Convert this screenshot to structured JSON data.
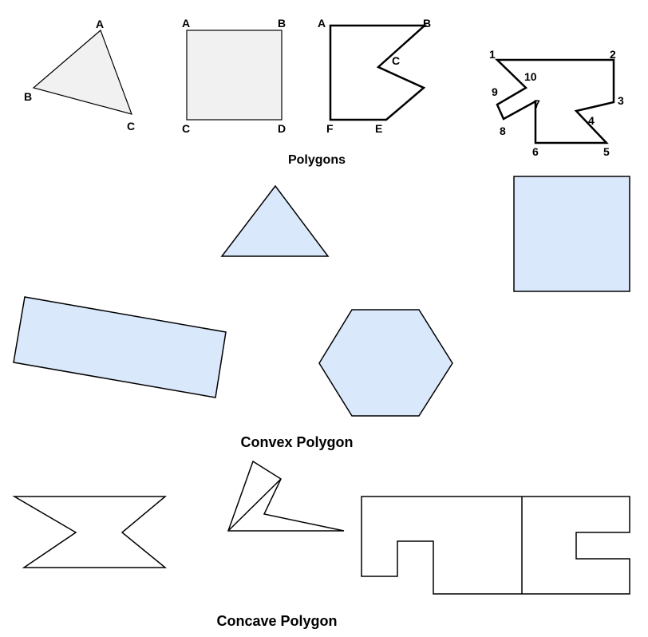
{
  "colors": {
    "stroke": "#000000",
    "fill_light_gray": "#f1f1f1",
    "fill_light_blue": "#dae8fc",
    "background": "#ffffff"
  },
  "sections": {
    "polygons": {
      "caption": "Polygons",
      "triangle_labels": [
        "A",
        "B",
        "C"
      ],
      "square_labels": [
        "A",
        "B",
        "C",
        "D"
      ],
      "hexagon_labels": [
        "A",
        "B",
        "C",
        "F",
        "E"
      ],
      "decagon_labels": [
        "1",
        "2",
        "3",
        "4",
        "5",
        "6",
        "7",
        "8",
        "9",
        "10"
      ]
    },
    "convex": {
      "caption": "Convex Polygon"
    },
    "concave": {
      "caption": "Concave Polygon"
    }
  }
}
